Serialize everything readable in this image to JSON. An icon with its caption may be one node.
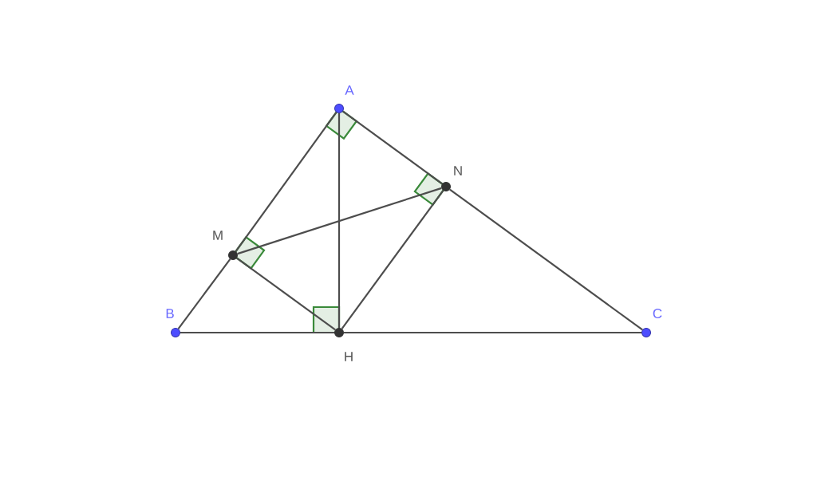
{
  "diagram": {
    "nodes": [
      {
        "text": [
          "A"
        ]
      },
      {
        "text": [
          "N"
        ]
      },
      {
        "text": [
          "M"
        ]
      },
      {
        "text": [
          "B"
        ]
      },
      {
        "text": [
          "H"
        ]
      },
      {
        "text": [
          "C"
        ]
      }
    ],
    "edges": [
      {
        "from": 0,
        "to": 2,
        "arrow": "none"
      },
      {
        "from": 2,
        "to": 3,
        "arrow": "none"
      },
      {
        "from": 0,
        "to": 1,
        "arrow": "none"
      },
      {
        "from": 1,
        "to": 5,
        "arrow": "none"
      },
      {
        "from": 3,
        "to": 4,
        "arrow": "none"
      },
      {
        "from": 4,
        "to": 5,
        "arrow": "none"
      },
      {
        "from": 0,
        "to": 4,
        "arrow": "none"
      },
      {
        "from": 2,
        "to": 4,
        "arrow": "none"
      },
      {
        "from": 1,
        "to": 4,
        "arrow": "none"
      },
      {
        "from": 2,
        "to": 1,
        "arrow": "none"
      }
    ]
  }
}
